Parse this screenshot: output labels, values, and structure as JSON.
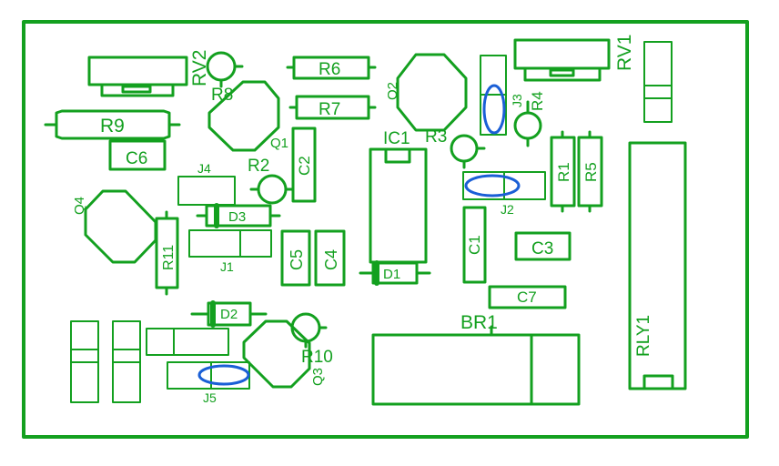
{
  "labels": {
    "RV2": "RV2",
    "R8": "R8",
    "R6": "R6",
    "R7": "R7",
    "Q2": "Q2",
    "J3": "J3",
    "R4": "R4",
    "RV1": "RV1",
    "R9": "R9",
    "C6": "C6",
    "Q1": "Q1",
    "IC1": "IC1",
    "R3": "R3",
    "R2": "R2",
    "C2": "C2",
    "J4": "J4",
    "R1": "R1",
    "R5": "R5",
    "J2": "J2",
    "Q4": "Q4",
    "D3": "D3",
    "R11": "R11",
    "J1": "J1",
    "C5": "C5",
    "C4": "C4",
    "C1": "C1",
    "C3": "C3",
    "D1": "D1",
    "C7": "C7",
    "BR1": "BR1",
    "RLY1": "RLY1",
    "D2": "D2",
    "R10": "R10",
    "Q3": "Q3",
    "J5": "J5"
  },
  "colors": {
    "silkscreen": "#13a01f",
    "jumper": "#1a5fd6",
    "background": "#ffffff"
  }
}
